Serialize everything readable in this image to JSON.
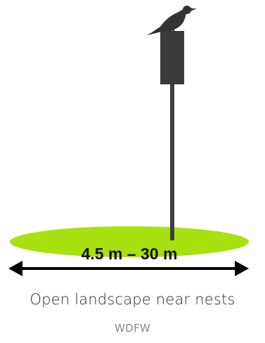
{
  "diagram": {
    "distance_label": "4.5 m – 30 m",
    "caption": "Open landscape near nests",
    "credit": "WDFW"
  },
  "colors": {
    "ground": "#a8e010",
    "pole": "#3f3f3f",
    "box": "#3a3a3a",
    "bird": "#333333",
    "arrow": "#000000",
    "caption_text": "#2b2b2b",
    "credit_text": "#8a8a8a"
  }
}
